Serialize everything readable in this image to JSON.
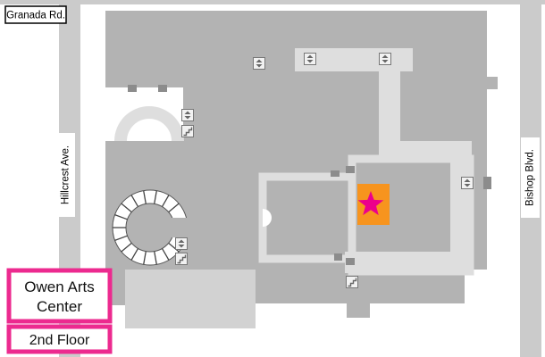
{
  "map": {
    "streets": {
      "granada": "Granada Rd.",
      "hillcrest": "Hillcrest Ave.",
      "bishop": "Bishop Blvd."
    },
    "legend": {
      "building_name_line1": "Owen Arts",
      "building_name_line2": "Center",
      "floor_label": "2nd Floor"
    },
    "marker": {
      "type": "you-are-here",
      "box_color": "#F7941E",
      "star_color": "#EC008C"
    },
    "colors": {
      "building": "#B3B3B3",
      "corridor": "#DEDEDE",
      "street": "#CBCBCB",
      "legend_border": "#EC2A8F"
    },
    "icons": [
      "elevator-icon",
      "stairs-icon"
    ]
  }
}
